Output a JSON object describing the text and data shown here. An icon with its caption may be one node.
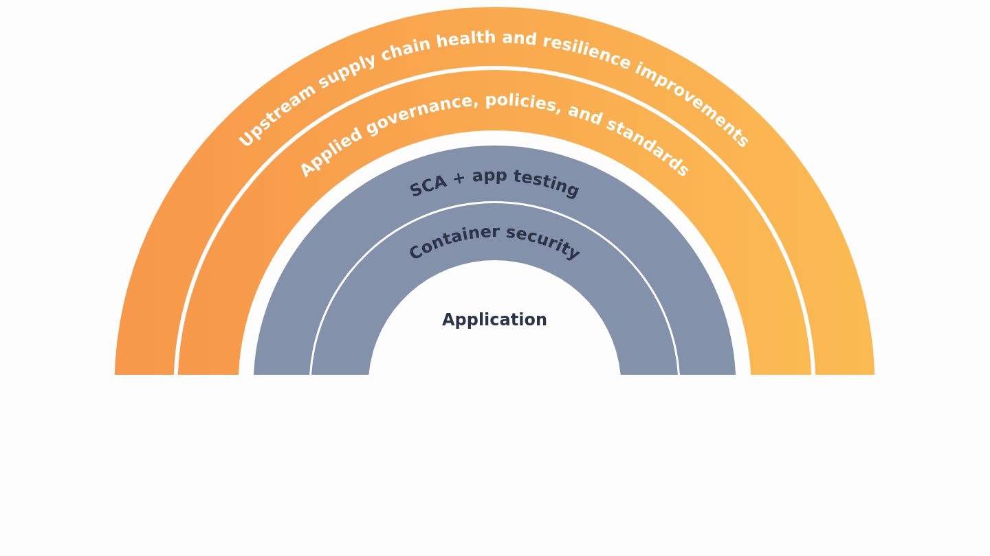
{
  "diagram": {
    "nodes": [
      {
        "text": [
          "Upstream supply chain health and resilience improvements"
        ]
      },
      {
        "text": [
          "Applied governance, policies, and standards"
        ]
      },
      {
        "text": [
          "SCA + app testing"
        ]
      },
      {
        "text": [
          "Container security"
        ]
      },
      {
        "text": [
          "Application"
        ]
      }
    ]
  }
}
